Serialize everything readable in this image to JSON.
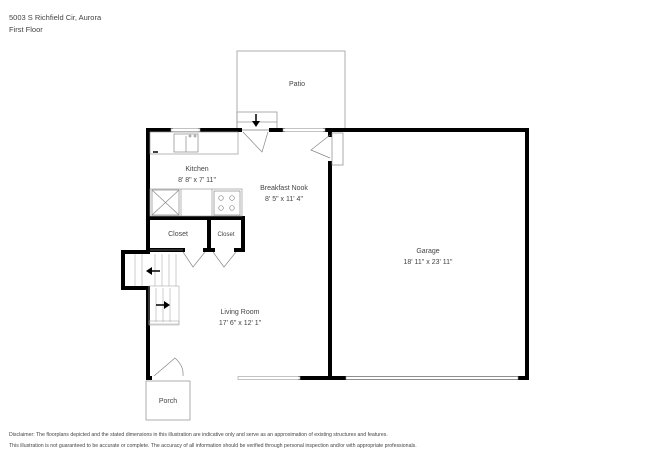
{
  "header": {
    "address": "5003 S Richfield Cir, Aurora",
    "floor": "First Floor"
  },
  "rooms": {
    "patio": {
      "name": "Patio",
      "dims": ""
    },
    "kitchen": {
      "name": "Kitchen",
      "dims": "8' 8\" x 7' 11\""
    },
    "breakfast_nook": {
      "name": "Breakfast Nook",
      "dims": "8' 5\" x 11' 4\""
    },
    "closet_1": {
      "name": "Closet",
      "dims": ""
    },
    "closet_2": {
      "name": "Closet",
      "dims": ""
    },
    "garage": {
      "name": "Garage",
      "dims": "18' 11\" x 23' 11\""
    },
    "living_room": {
      "name": "Living Room",
      "dims": "17' 6\" x 12' 1\""
    },
    "porch": {
      "name": "Porch",
      "dims": ""
    }
  },
  "icons": {
    "stairs_up_arrow": "right-arrow",
    "stairs_down_arrow": "left-arrow",
    "patio_entry_arrow": "down-arrow"
  },
  "colors": {
    "wall": "#000000",
    "fixture": "#888888",
    "text": "#444444"
  },
  "disclaimer": {
    "line1": "Disclaimer: The floorplans depicted and the stated dimensions in this illustration are indicative only and serve as an approximation of existing structures and features.",
    "line2": "This illustration is not guaranteed to be accurate or complete. The accuracy of all information should be verified through personal inspection and/or with appropriate professionals."
  }
}
